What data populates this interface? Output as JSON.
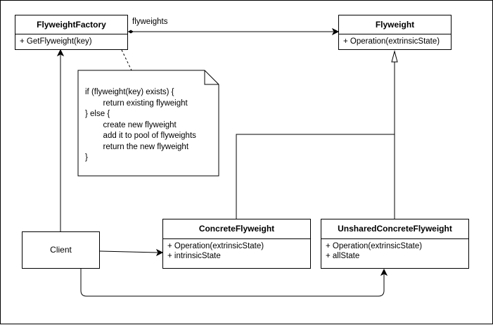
{
  "classes": {
    "factory": {
      "name": "FlyweightFactory",
      "members": [
        "+ GetFlyweight(key)"
      ]
    },
    "flyweight": {
      "name": "Flyweight",
      "members": [
        "+ Operation(extrinsicState)"
      ]
    },
    "concrete": {
      "name": "ConcreteFlyweight",
      "members": [
        "+ Operation(extrinsicState)",
        "+ intrinsicState"
      ]
    },
    "unshared": {
      "name": "UnsharedConcreteFlyweight",
      "members": [
        "+ Operation(extrinsicState)",
        "+ allState"
      ]
    }
  },
  "client": {
    "name": "Client"
  },
  "association": {
    "label": "flyweights"
  },
  "note": {
    "lines": [
      "if (flyweight(key) exists) {",
      "        return existing flyweight",
      "} else {",
      "        create new flyweight",
      "        add it to pool of flyweights",
      "        return the new flyweight",
      "}"
    ]
  }
}
